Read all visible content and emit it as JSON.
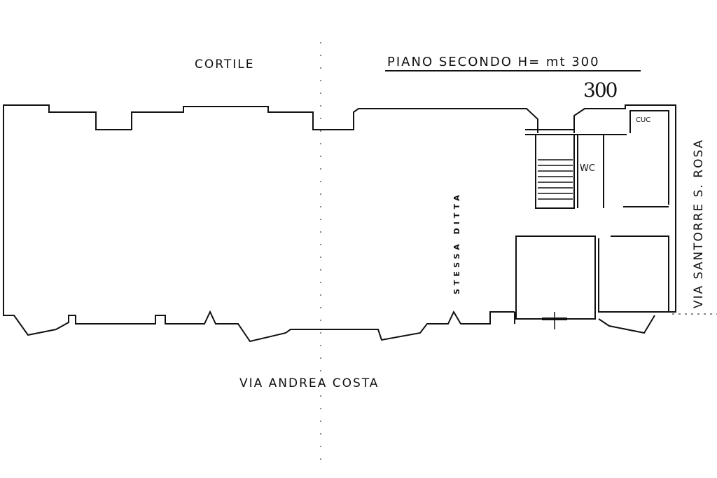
{
  "labels": {
    "courtyard": "CORTILE",
    "floor_title": "PIANO SECONDO  H= mt 300",
    "height_note": "300",
    "kitchen": "CUC",
    "wc": "WC",
    "same_owner": "STESSA DITTA",
    "street_side": "VIA SANTORRE S. ROSA",
    "street_front": "VIA ANDREA COSTA"
  },
  "colors": {
    "ink": "#111111",
    "paper": "#ffffff"
  }
}
